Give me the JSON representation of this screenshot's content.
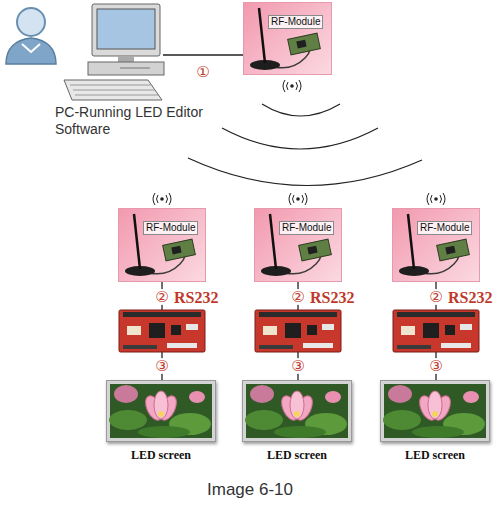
{
  "diagram": {
    "caption": "Image 6-10",
    "nodes": [
      {
        "text": [
          "PC-Running LED Editor Software"
        ]
      },
      {
        "text": [
          "RF-Module"
        ]
      },
      {
        "text": [
          "RF-Module"
        ]
      },
      {
        "text": [
          "RF-Module"
        ]
      },
      {
        "text": [
          "RF-Module"
        ]
      },
      {
        "text": [
          "LED screen"
        ]
      },
      {
        "text": [
          "LED screen"
        ]
      },
      {
        "text": [
          "LED screen"
        ]
      }
    ],
    "edges": [
      {
        "from": 0,
        "to": 1,
        "arrow": "none",
        "label": "①"
      },
      {
        "from": 2,
        "to": 5,
        "arrow": "none"
      },
      {
        "from": 3,
        "to": 6,
        "arrow": "none"
      },
      {
        "from": 4,
        "to": 7,
        "arrow": "none"
      }
    ],
    "labels": [
      "②",
      "RS232",
      "②",
      "RS232",
      "②",
      "RS232",
      "③",
      "③",
      "③"
    ]
  }
}
